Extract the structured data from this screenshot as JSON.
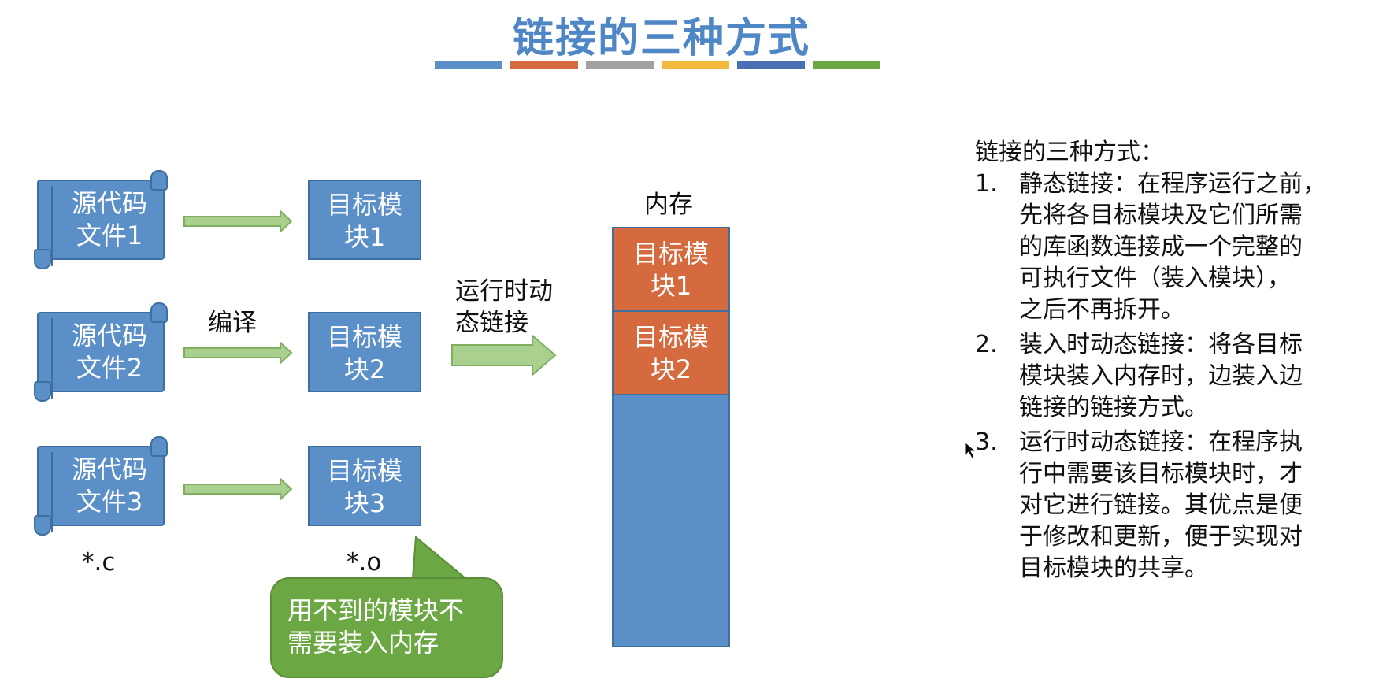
{
  "title": "链接的三种方式",
  "title_bar_colors": [
    "#5b8fc8",
    "#d46a3d",
    "#a0a0a0",
    "#f0b83c",
    "#4a6fb5",
    "#6ba843"
  ],
  "source_files": [
    {
      "line1": "源代码",
      "line2": "文件1"
    },
    {
      "line1": "源代码",
      "line2": "文件2"
    },
    {
      "line1": "源代码",
      "line2": "文件3"
    }
  ],
  "object_modules": [
    {
      "line1": "目标模",
      "line2": "块1"
    },
    {
      "line1": "目标模",
      "line2": "块2"
    },
    {
      "line1": "目标模",
      "line2": "块3"
    }
  ],
  "compile_label": "编译",
  "source_ext": "*.c",
  "object_ext": "*.o",
  "runtime_label": {
    "line1": "运行时动",
    "line2": "态链接"
  },
  "memory": {
    "label": "内存",
    "blocks": [
      {
        "line1": "目标模",
        "line2": "块1"
      },
      {
        "line1": "目标模",
        "line2": "块2"
      }
    ]
  },
  "callout": {
    "line1": "用不到的模块不",
    "line2": "需要装入内存"
  },
  "colors": {
    "blue": "#5b8fc8",
    "orange": "#d46a3d",
    "green": "#6ba843",
    "arrow_green": "#a9d08e"
  },
  "explanation": {
    "heading": "链接的三种方式：",
    "items": [
      {
        "num": "1.",
        "lines": [
          "静态链接：在程序运行之前，",
          "先将各目标模块及它们所需",
          "的库函数连接成一个完整的",
          "可执行文件（装入模块），",
          "之后不再拆开。"
        ]
      },
      {
        "num": "2.",
        "lines": [
          "装入时动态链接：将各目标",
          "模块装入内存时，边装入边",
          "链接的链接方式。"
        ]
      },
      {
        "num": "3.",
        "lines": [
          "运行时动态链接：在程序执",
          "行中需要该目标模块时，才",
          "对它进行链接。其优点是便",
          "于修改和更新，便于实现对",
          "目标模块的共享。"
        ]
      }
    ]
  }
}
